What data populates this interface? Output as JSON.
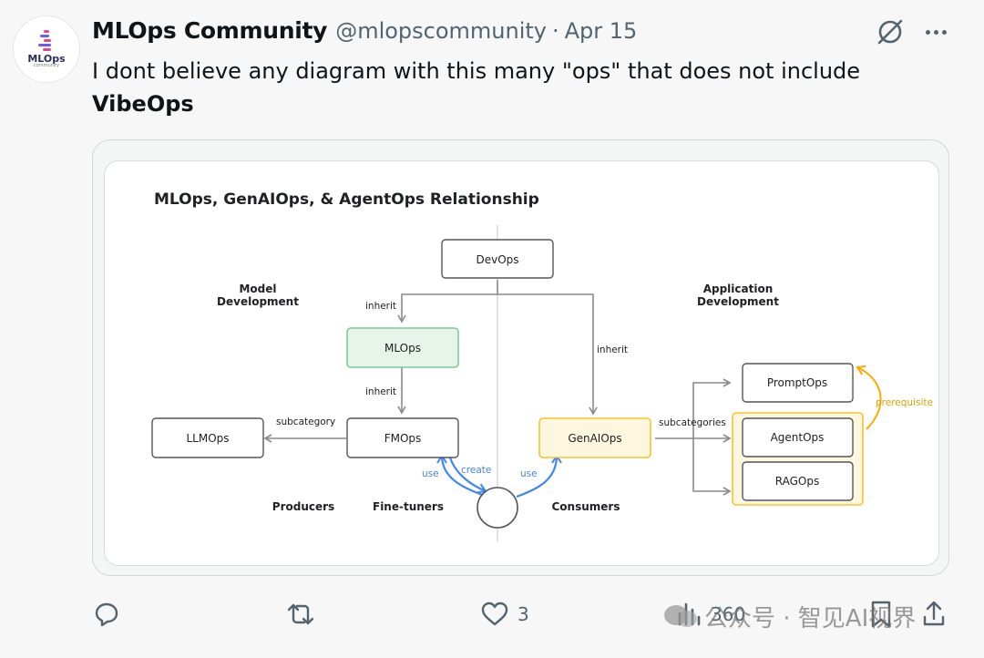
{
  "tweet": {
    "author_name": "MLOps Community",
    "handle": "@mlopscommunity",
    "separator": "·",
    "date": "Apr 15",
    "text_line1": "I dont believe any diagram with this many \"ops\" that does not include",
    "text_bold": "VibeOps"
  },
  "avatar": {
    "wordmark": "MLOps",
    "sub": "community"
  },
  "diagram": {
    "title": "MLOps, GenAIOps, & AgentOps Relationship",
    "left_heading_1": "Model",
    "left_heading_2": "Development",
    "right_heading_1": "Application",
    "right_heading_2": "Development",
    "nodes": {
      "devops": "DevOps",
      "mlops": "MLOps",
      "fmops": "FMOps",
      "llmops": "LLMOps",
      "genaiops": "GenAIOps",
      "promptops": "PromptOps",
      "agentops": "AgentOps",
      "ragops": "RAGOps"
    },
    "edge_labels": {
      "inherit_mlops": "inherit",
      "inherit_fmops": "inherit",
      "inherit_genaiops": "inherit",
      "subcategory": "subcategory",
      "subcategories": "subcategories",
      "prerequisite": "prerequisite",
      "use_left": "use",
      "create": "create",
      "use_right": "use"
    },
    "footer": {
      "producers": "Producers",
      "finetuners": "Fine-tuners",
      "consumers": "Consumers"
    },
    "colors": {
      "mlops_fill": "#e6f4ea",
      "mlops_stroke": "#81c995",
      "genai_fill": "#fef7e0",
      "genai_stroke": "#fbc02d",
      "use_arrow": "#4285f4",
      "prereq_arrow": "#f9ab00"
    }
  },
  "actions": {
    "reply_icon": "reply-icon",
    "retweet_icon": "retweet-icon",
    "like_icon": "heart-icon",
    "like_count": "3",
    "views_icon": "views-icon",
    "views_count": "360",
    "bookmark_icon": "bookmark-icon",
    "share_icon": "share-icon"
  },
  "watermark": {
    "text": "公众号 · 智见AI视界"
  }
}
